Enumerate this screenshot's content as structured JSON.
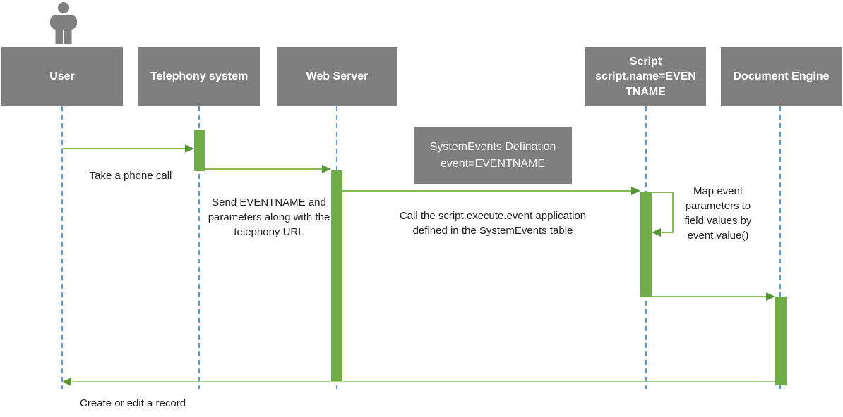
{
  "diagram_type": "sequence-diagram",
  "colors": {
    "actor_box_gray": "#7f7f7f",
    "activation_bar_green": "#70ad47",
    "message_line_green": "#87bb55",
    "return_line_green": "#a9d18e",
    "arrowhead_green": "#569635",
    "lifeline_blue": "#5b9bd5",
    "label_text": "#1f1f1f",
    "actor_text": "#ffffff"
  },
  "actors": [
    {
      "label": "User"
    },
    {
      "label": "Telephony system"
    },
    {
      "label": "Web Server"
    },
    {
      "label": "Script script.name=EVENTNAME",
      "lines": [
        "Script",
        "script.name=EVEN",
        "TNAME"
      ]
    },
    {
      "label": "Document Engine"
    }
  ],
  "note": {
    "line1": "SystemEvents Defination",
    "line2": "event=EVENTNAME"
  },
  "messages": [
    {
      "from": "User",
      "to": "Telephony system",
      "label": "Take a phone call"
    },
    {
      "from": "Telephony system",
      "to": "Web Server",
      "label": "Send EVENTNAME and parameters along with the telephony URL"
    },
    {
      "from": "Web Server",
      "to": "Script",
      "label": "Call the script.execute.event application defined in the SystemEvents table"
    },
    {
      "from": "Script",
      "to": "Script",
      "type": "self-loop",
      "label": "Map event parameters to field values by event.value()"
    },
    {
      "from": "Script",
      "to": "Document Engine",
      "label": ""
    },
    {
      "from": "Document Engine",
      "to": "User",
      "type": "return",
      "label": "Create or edit a record"
    }
  ]
}
